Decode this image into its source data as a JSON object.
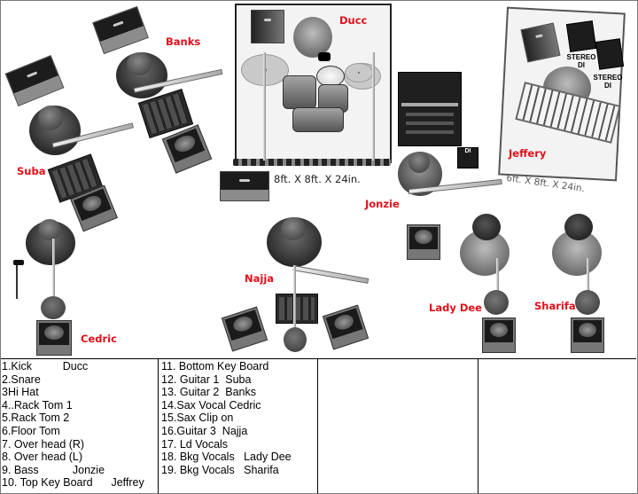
{
  "stage_plot": {
    "musicians": [
      {
        "name": "Banks",
        "role": "Guitar 2"
      },
      {
        "name": "Suba",
        "role": "Guitar 1"
      },
      {
        "name": "Ducc",
        "role": "Drums"
      },
      {
        "name": "Jeffery",
        "role": "Keys"
      },
      {
        "name": "Jonzie",
        "role": "Bass"
      },
      {
        "name": "Cedric",
        "role": "Sax"
      },
      {
        "name": "Najja",
        "role": "Guitar 3 / Ld Vocals"
      },
      {
        "name": "Lady Dee",
        "role": "Bkg Vocals"
      },
      {
        "name": "Sharifa",
        "role": "Bkg Vocals"
      }
    ],
    "labels": {
      "banks": "Banks",
      "suba": "Suba",
      "ducc": "Ducc",
      "jeffery": "Jeffery",
      "jonzie": "Jonzie",
      "cedric": "Cedric",
      "najja": "Najja",
      "lady_dee": "Lady Dee",
      "sharifa": "Sharifa"
    },
    "drum_riser_size": "8ft. X 8ft. X 24in.",
    "key_riser_size": "6ft. X 8ft. X 24in.",
    "di_box_label": "DI",
    "stereo_di_label_line1": "STEREO",
    "stereo_di_label_line2": "DI",
    "accent_color": "#e0101a"
  },
  "input_list": {
    "column1": [
      "1.Kick          Ducc",
      "2.Snare",
      "3Hi Hat",
      "4..Rack Tom 1",
      "5.Rack Tom 2",
      "6.Floor Tom",
      "7. Over head (R)",
      "8. Over head (L)",
      "9. Bass           Jonzie",
      "10. Top Key Board      Jeffrey"
    ],
    "column2": [
      "11. Bottom Key Board",
      "12. Guitar 1  Suba",
      "13. Guitar 2  Banks",
      "14.Sax Vocal Cedric",
      "15.Sax Clip on",
      "16.Guitar 3  Najja",
      "17. Ld Vocals",
      "18. Bkg Vocals   Lady Dee",
      "19. Bkg Vocals   Sharifa"
    ],
    "column3": [],
    "column4": []
  }
}
